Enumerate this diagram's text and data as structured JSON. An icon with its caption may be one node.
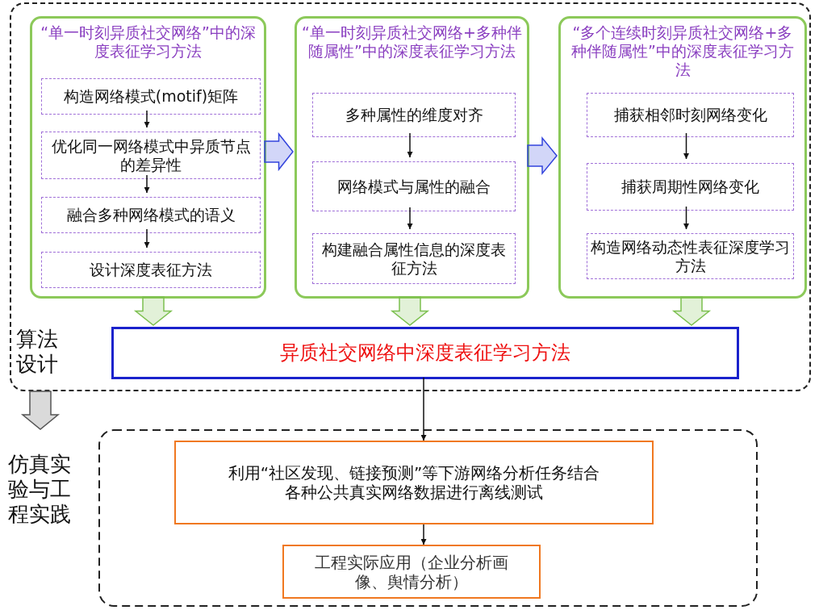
{
  "diagram": {
    "nodes": [
      {
        "text": [
          "算法设计"
        ]
      },
      {
        "text": [
          "“单一时刻异质社交网络”中的深度表征学习方法"
        ],
        "in": 0
      },
      {
        "text": [
          "构造网络模式(motif)矩阵"
        ],
        "in": 1
      },
      {
        "text": [
          "优化同一网络模式中异质节点的差异性"
        ],
        "in": 1
      },
      {
        "text": [
          "融合多种网络模式的语义"
        ],
        "in": 1
      },
      {
        "text": [
          "设计深度表征方法"
        ],
        "in": 1
      },
      {
        "text": [
          "“单一时刻异质社交网络+多种伴随属性”中的深度表征学习方法"
        ],
        "in": 0
      },
      {
        "text": [
          "多种属性的维度对齐"
        ],
        "in": 6
      },
      {
        "text": [
          "网络模式与属性的融合"
        ],
        "in": 6
      },
      {
        "text": [
          "构建融合属性信息的深度表征方法"
        ],
        "in": 6
      },
      {
        "text": [
          "“多个连续时刻异质社交网络+多种伴随属性”中的深度表征学习方法"
        ],
        "in": 0
      },
      {
        "text": [
          "捕获相邻时刻网络变化"
        ],
        "in": 10
      },
      {
        "text": [
          "捕获周期性网络变化"
        ],
        "in": 10
      },
      {
        "text": [
          "构造网络动态性表征深度学习方法"
        ],
        "in": 10
      },
      {
        "text": [
          "异质社交网络中深度表征学习方法"
        ],
        "in": 0
      },
      {
        "text": [
          "仿真实验与工程实践"
        ]
      },
      {
        "text": [
          "利用“社区发现、链接预测”等下游网络分析任务结合各种公共真实网络数据进行离线测试"
        ],
        "in": 15
      },
      {
        "text": [
          "工程实际应用（企业分析画像、舆情分析）"
        ],
        "in": 15
      }
    ],
    "edges": [
      {
        "from": 2,
        "to": 3,
        "arrow": "to"
      },
      {
        "from": 3,
        "to": 4,
        "arrow": "to"
      },
      {
        "from": 4,
        "to": 5,
        "arrow": "to"
      },
      {
        "from": 7,
        "to": 8,
        "arrow": "to"
      },
      {
        "from": 8,
        "to": 9,
        "arrow": "to"
      },
      {
        "from": 11,
        "to": 12,
        "arrow": "to"
      },
      {
        "from": 12,
        "to": 13,
        "arrow": "to"
      },
      {
        "from": 1,
        "to": 6,
        "arrow": "to",
        "style": "thick",
        "color": "#3344dd"
      },
      {
        "from": 6,
        "to": 10,
        "arrow": "to",
        "style": "thick",
        "color": "#3344dd"
      },
      {
        "from": 1,
        "to": 14,
        "arrow": "to",
        "style": "thick",
        "color": "#7cc04f"
      },
      {
        "from": 6,
        "to": 14,
        "arrow": "to",
        "style": "thick",
        "color": "#7cc04f"
      },
      {
        "from": 10,
        "to": 14,
        "arrow": "to",
        "style": "thick",
        "color": "#7cc04f"
      },
      {
        "from": 14,
        "to": 16,
        "arrow": "to"
      },
      {
        "from": 16,
        "to": 17,
        "arrow": "to"
      },
      {
        "from": 0,
        "to": 15,
        "arrow": "to",
        "style": "thick",
        "color": "#555555"
      }
    ]
  }
}
